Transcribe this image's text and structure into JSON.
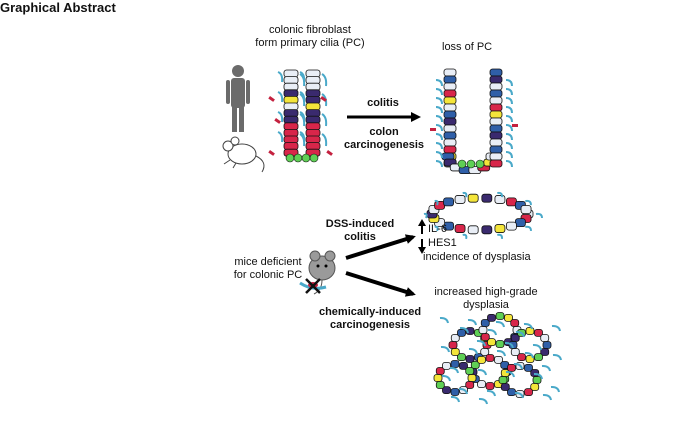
{
  "title": "Graphical Abstract",
  "top": {
    "left_label_line1": "colonic fibroblast",
    "left_label_line2": "form primary cilia (PC)",
    "right_label": "loss of PC",
    "arrow_label_top": "colitis",
    "arrow_label_bottom_line1": "colon",
    "arrow_label_bottom_line2": "carcinogenesis"
  },
  "bottom": {
    "mice_label_line1": "mice deficient",
    "mice_label_line2": "for colonic PC",
    "upper_arrow_line1": "DSS-induced",
    "upper_arrow_line2": "colitis",
    "il6": "IL-6",
    "hes1": "HES1",
    "dysplasia": "incidence of dysplasia",
    "lower_arrow_line1": "chemically-induced",
    "lower_arrow_line2": "carcinogenesis",
    "high_grade_line1": "increased high-grade",
    "high_grade_line2": "dysplasia"
  },
  "colors": {
    "fibroblast": "#4aa9c9",
    "cell_red": "#d8264a",
    "cell_yellow": "#f4e53a",
    "cell_blue": "#2f5fa8",
    "cell_purple": "#3a2a6e",
    "cell_green": "#5fcf55",
    "cell_white": "#e9eef6"
  }
}
